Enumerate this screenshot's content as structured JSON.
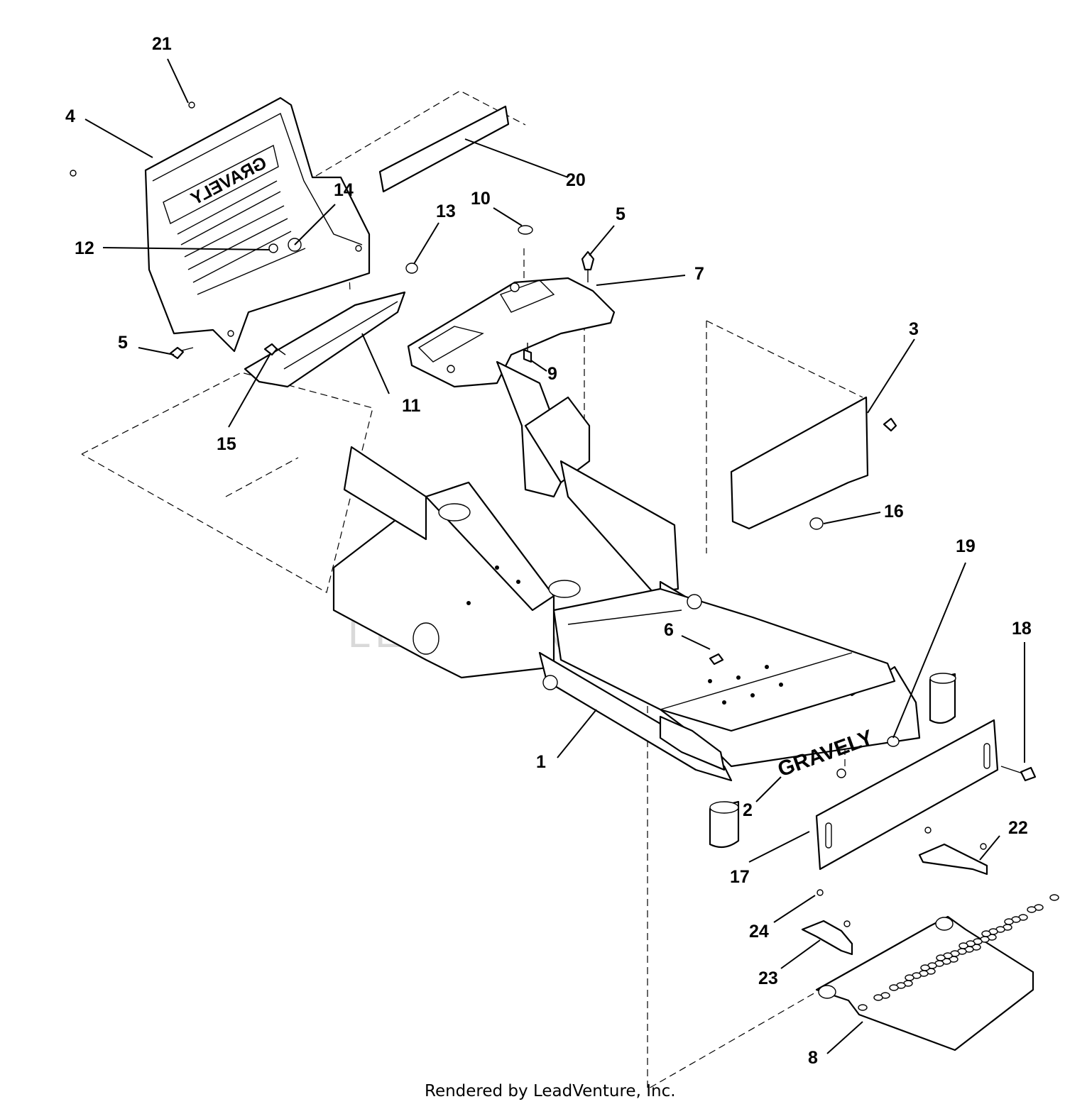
{
  "diagram": {
    "footer": "Rendered by LeadVenture, Inc.",
    "watermark": "LEADVENTURE",
    "brand_marks": [
      "GRAVELY",
      "GRAVELY"
    ]
  },
  "callouts": {
    "c1": "1",
    "c2": "2",
    "c3": "3",
    "c4": "4",
    "c5a": "5",
    "c5b": "5",
    "c6": "6",
    "c7": "7",
    "c8": "8",
    "c9": "9",
    "c10": "10",
    "c11": "11",
    "c12": "12",
    "c13": "13",
    "c14": "14",
    "c15": "15",
    "c16": "16",
    "c17": "17",
    "c18": "18",
    "c19": "19",
    "c20": "20",
    "c21": "21",
    "c22": "22",
    "c23": "23",
    "c24": "24"
  }
}
